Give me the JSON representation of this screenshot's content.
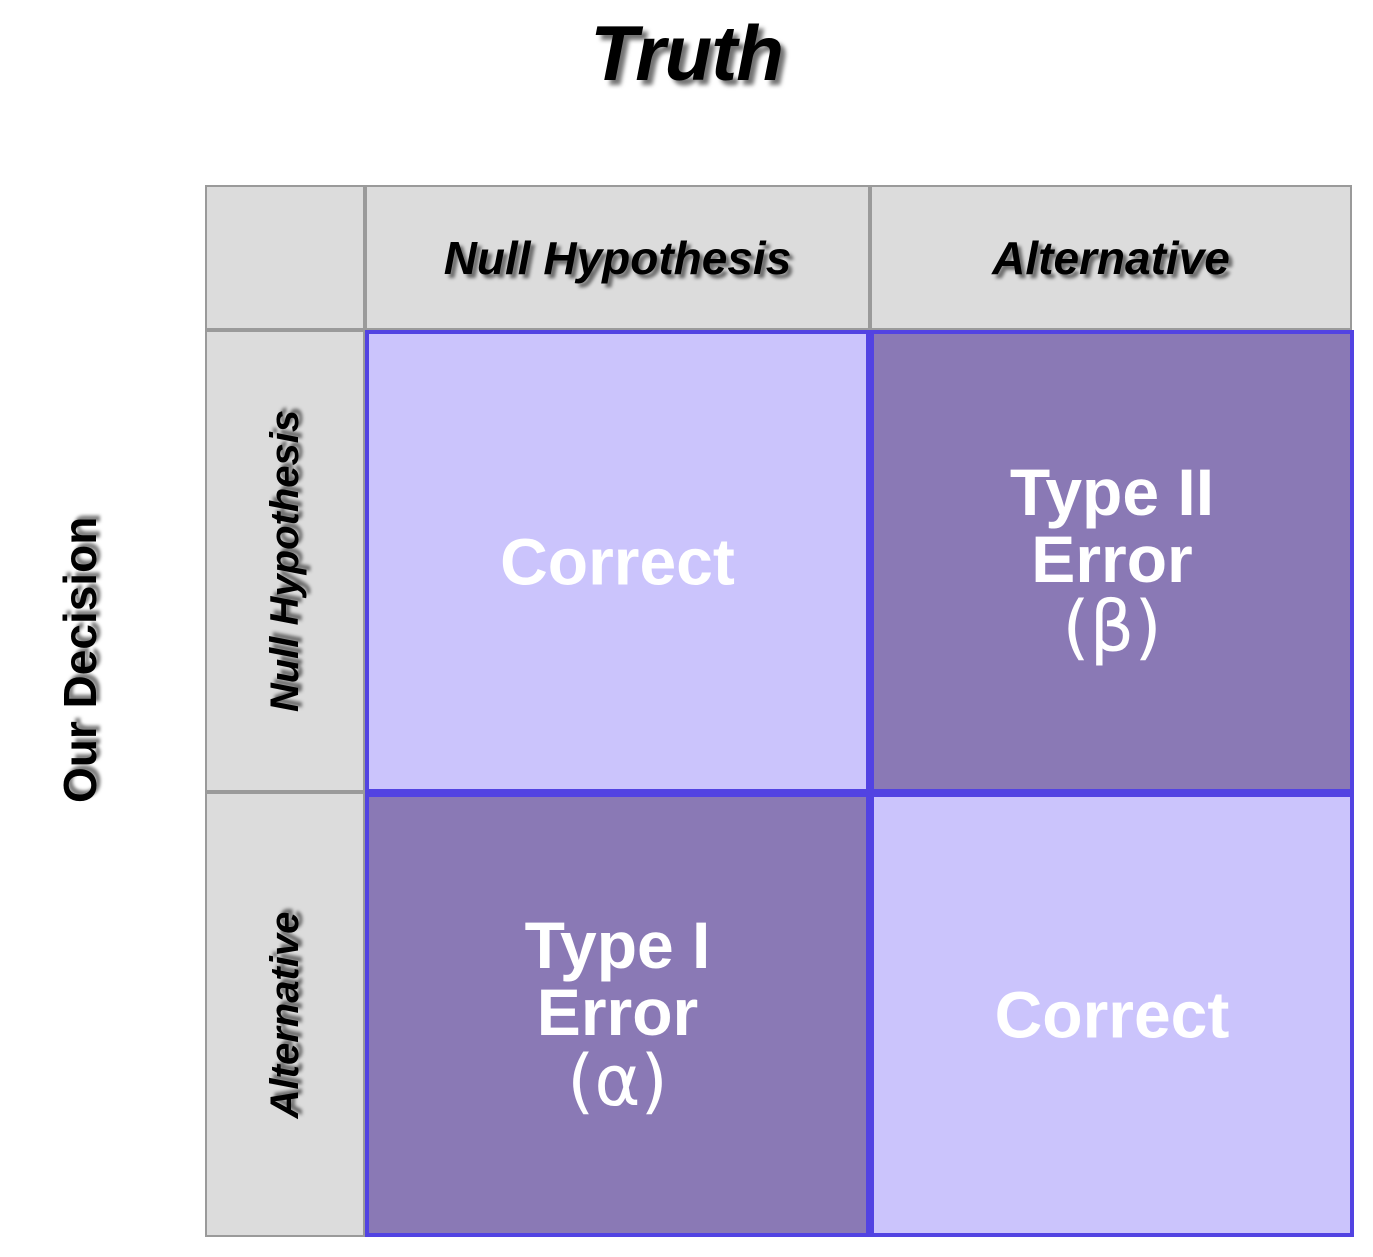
{
  "figure": {
    "title": "Truth",
    "row_axis_title": "Our Decision"
  },
  "table": {
    "corner_label": "",
    "column_headers": [
      "Null Hypothesis",
      "Alternative"
    ],
    "row_headers": [
      "Null Hypothesis",
      "Alternative"
    ],
    "cells": [
      [
        {
          "main": "Correct",
          "symbol": "",
          "style": "light"
        },
        {
          "main": "Type II\nError",
          "symbol": "(β)",
          "style": "dark"
        }
      ],
      [
        {
          "main": "Type I\nError",
          "symbol": "(α)",
          "style": "dark"
        },
        {
          "main": "Correct",
          "symbol": "",
          "style": "light"
        }
      ]
    ],
    "cell_text": {
      "r0c0_main": "Correct",
      "r0c0_symbol": "",
      "r0c1_line1": "Type II",
      "r0c1_line2": "Error",
      "r0c1_symbol": "(β)",
      "r1c0_line1": "Type I",
      "r1c0_line2": "Error",
      "r1c0_symbol": "(α)",
      "r1c1_main": "Correct",
      "r1c1_symbol": ""
    }
  },
  "colors": {
    "correct_cell": "#cbc4fc",
    "error_cell": "#8a79b5",
    "cell_border": "#5243e2",
    "header_cell": "#dcdcdc",
    "header_border": "#9a9a9a",
    "text_on_cell": "#ffffff",
    "text_header": "#000000",
    "background": "#ffffff"
  },
  "chart_data": {
    "type": "table",
    "title": "Truth",
    "xlabel": "Truth",
    "ylabel": "Our Decision",
    "categories": [
      "Null Hypothesis",
      "Alternative"
    ],
    "rows": [
      "Null Hypothesis",
      "Alternative"
    ],
    "values": [
      [
        "Correct",
        "Type II Error (β)"
      ],
      [
        "Type I Error (α)",
        "Correct"
      ]
    ],
    "legend": [],
    "grid": true
  }
}
